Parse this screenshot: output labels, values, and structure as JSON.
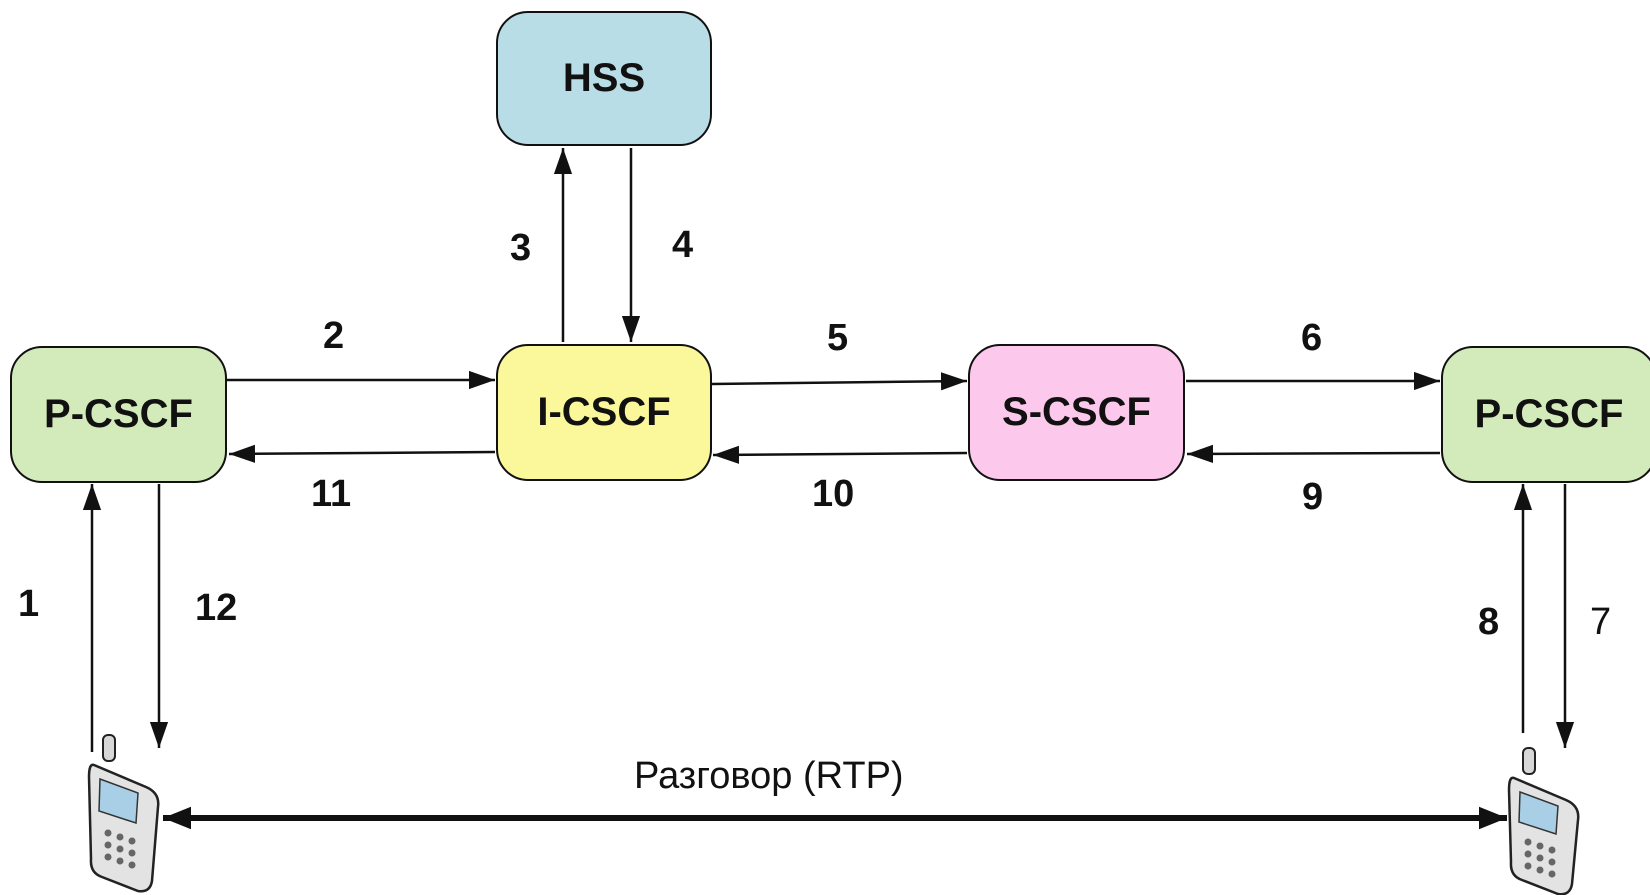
{
  "nodes": {
    "hss": "HSS",
    "pcscf_left": "P-CSCF",
    "icscf": "I-CSCF",
    "scscf": "S-CSCF",
    "pcscf_right": "P-CSCF"
  },
  "steps": [
    "1",
    "2",
    "3",
    "4",
    "5",
    "6",
    "7",
    "8",
    "9",
    "10",
    "11",
    "12"
  ],
  "media_label": "Разговор (RTP)",
  "colors": {
    "hss": "#b9dde6",
    "pcscf": "#d3eabb",
    "icscf": "#fbf89b",
    "scscf": "#fcc8ec",
    "line": "#111111"
  },
  "icons": [
    "mobile-phone-icon",
    "mobile-phone-icon"
  ]
}
